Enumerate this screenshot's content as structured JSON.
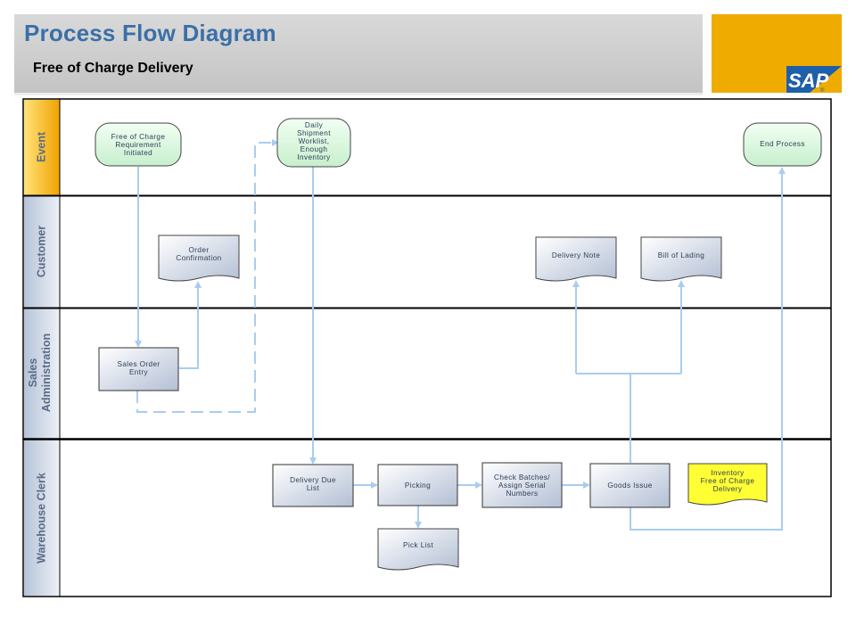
{
  "header": {
    "title": "Process Flow Diagram",
    "subtitle": "Free of Charge Delivery",
    "logo_text": "SAP"
  },
  "lanes": {
    "event": "Event",
    "customer": "Customer",
    "sales_admin": "Sales\nAdministration",
    "warehouse": "Warehouse Clerk"
  },
  "nodes": {
    "foc_initiated": "Free of Charge\nRequirement\nInitiated",
    "daily_shipment": "Daily\nShipment\nWorklist,\nEnough\nInventory",
    "end_process": "End Process",
    "order_confirmation": "Order\nConfirmation",
    "delivery_note": "Delivery Note",
    "bill_of_lading": "Bill of Lading",
    "sales_order_entry": "Sales Order\nEntry",
    "delivery_due_list": "Delivery Due\nList",
    "picking": "Picking",
    "pick_list": "Pick List",
    "check_batches": "Check Batches/\nAssign Serial\nNumbers",
    "goods_issue": "Goods Issue",
    "inventory_foc": "Inventory\nFree of Charge\nDelivery"
  },
  "colors": {
    "title": "#3b6fa8",
    "logo_bg": "#efab00",
    "sap_blue": "#1d5fa8",
    "arrow": "#a9cdf0",
    "event_fill": "#d9f7dd",
    "highlight_fill": "#ffff33"
  }
}
